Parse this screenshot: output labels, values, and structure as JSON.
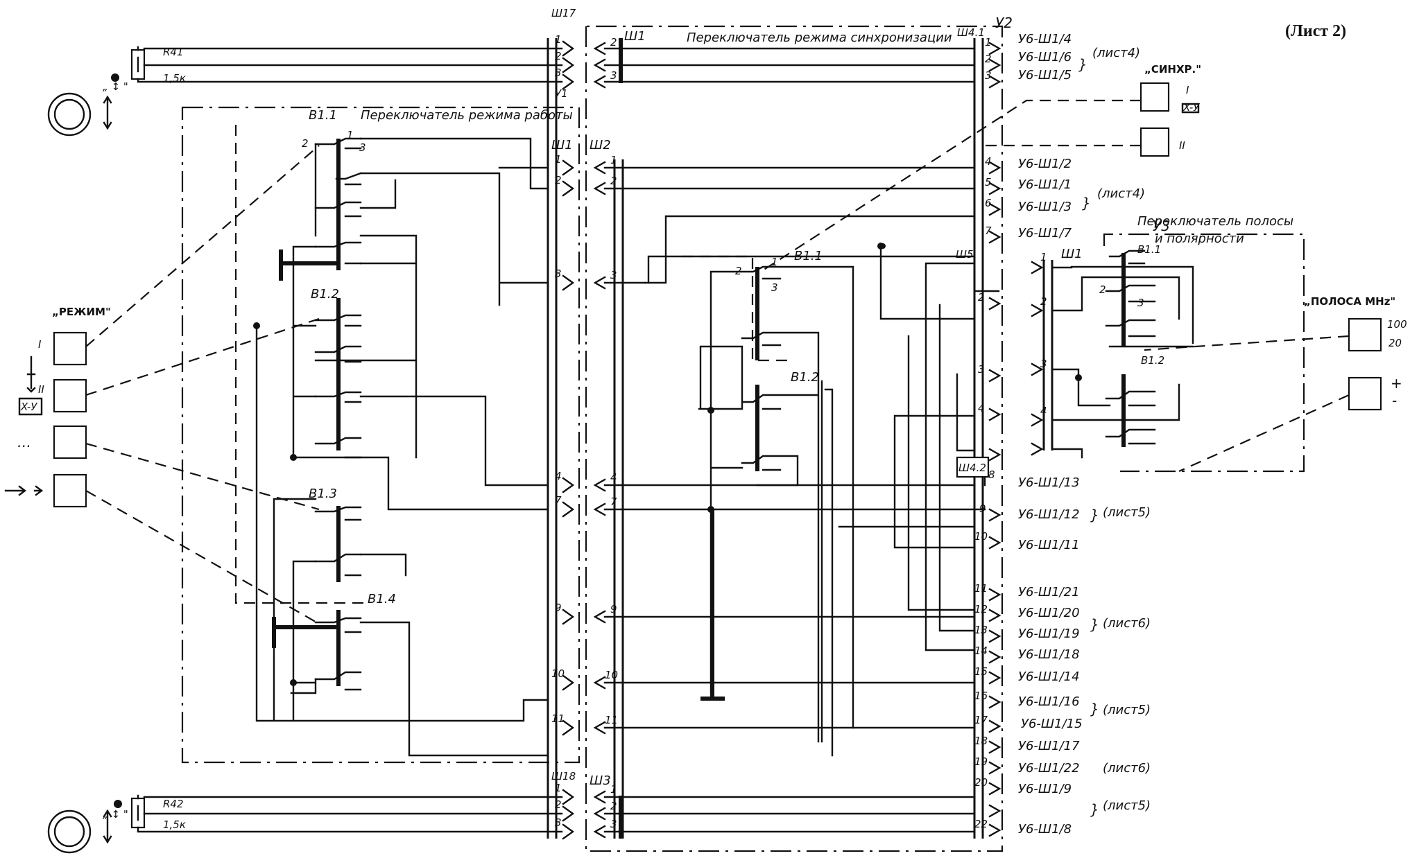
{
  "sheet": "(Лист 2)",
  "units": {
    "u2": "У2",
    "u3": "У3",
    "sw_sync": "Переключатель режима синхронизации",
    "sw_mode": "Переключатель режима работы",
    "sw_band_1": "Переключатель полосы",
    "sw_band_2": "и полярности"
  },
  "connectors": {
    "sh17": "Ш17",
    "sh1": "Ш1",
    "sh4_1": "Ш4.1",
    "u1": "У1",
    "sh1_main": "Ш1",
    "sh2": "Ш2",
    "sh5": "Ш5",
    "sh4_2": "Ш4.2",
    "sh18": "Ш18",
    "sh3": "Ш3",
    "u3_sh1": "Ш1"
  },
  "resistors": {
    "r41": "R41",
    "r41_val": "1,5к",
    "r42": "R42",
    "r42_val": "1,5к"
  },
  "wafers": {
    "b11": "В1.1",
    "b12": "В1.2",
    "b13": "В1.3",
    "b14": "В1.4",
    "c11": "В1.1",
    "c12": "В1.2",
    "u3_11": "В1.1",
    "u3_12": "В1.2"
  },
  "controls": {
    "rezhim": "„РЕЖИМ\"",
    "rezhim_i": "I",
    "rezhim_ii": "II",
    "xy": "X-У",
    "dots": "…",
    "sinhr": "„СИНХР.\"",
    "sinhr_i": "I",
    "sinhr_xy": "X-У",
    "sinhr_ii": "II",
    "polosa": "„ПОЛОСА MHz\"",
    "polosa_100": "100",
    "polosa_20": "20",
    "plus": "+",
    "minus": "-"
  },
  "knobs": {
    "top_sym": "„ ↕ \"",
    "bottom_sym": "„ ↕ \""
  },
  "pins": {
    "p1": "1",
    "p2": "2",
    "p3": "3",
    "p4": "4",
    "p5": "5",
    "p6": "6",
    "p7": "7",
    "p8": "8",
    "p9": "9",
    "p10": "10",
    "p11": "11",
    "p12": "12",
    "p13": "13",
    "p14": "14",
    "p15": "15",
    "p16": "16",
    "p17": "17",
    "p18": "18",
    "p19": "19",
    "p20": "20",
    "p22": "22"
  },
  "refs": [
    {
      "label": "У6-Ш1/4"
    },
    {
      "label": "У6-Ш1/6"
    },
    {
      "label": "У6-Ш1/5"
    },
    {
      "label": "У6-Ш1/2"
    },
    {
      "label": "У6-Ш1/1"
    },
    {
      "label": "У6-Ш1/3"
    },
    {
      "label": "У6-Ш1/7"
    },
    {
      "label": "У6-Ш1/13"
    },
    {
      "label": "У6-Ш1/12"
    },
    {
      "label": "У6-Ш1/11"
    },
    {
      "label": "У6-Ш1/21"
    },
    {
      "label": "У6-Ш1/20"
    },
    {
      "label": "У6-Ш1/19"
    },
    {
      "label": "У6-Ш1/18"
    },
    {
      "label": "У6-Ш1/14"
    },
    {
      "label": "У6-Ш1/16"
    },
    {
      "label": "У6-Ш1/15"
    },
    {
      "label": "У6-Ш1/17"
    },
    {
      "label": "У6-Ш1/22"
    },
    {
      "label": "У6-Ш1/9"
    },
    {
      "label": "У6-Ш1/8"
    }
  ],
  "sheet_refs": {
    "l4a": "(лист4)",
    "l4b": "(лист4)",
    "l5a": "(лист5)",
    "l6a": "(лист6)",
    "l5b": "(лист5)",
    "l6b": "(лист6)",
    "l5c": "(лист5)"
  }
}
